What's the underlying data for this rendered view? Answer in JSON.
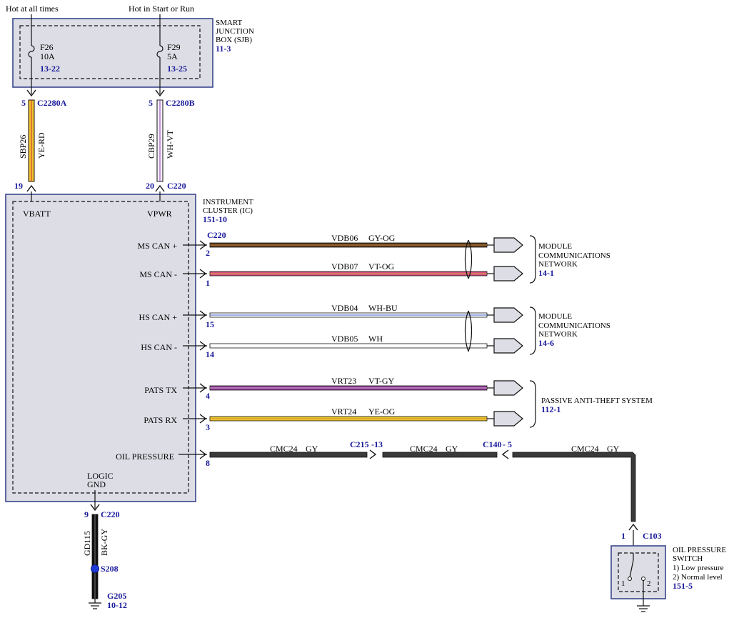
{
  "power": {
    "hot_always": "Hot at all times",
    "hot_start_run": "Hot in Start or Run"
  },
  "sjb": {
    "title_l1": "SMART",
    "title_l2": "JUNCTION",
    "title_l3": "BOX (SJB)",
    "ref": "11-3",
    "fuse_a": {
      "name": "F26",
      "rating": "10A",
      "ref": "13-22"
    },
    "fuse_b": {
      "name": "F29",
      "rating": "5A",
      "ref": "13-25"
    }
  },
  "feed_a": {
    "pin_top": "5",
    "conn_top": "C2280A",
    "circuit": "SBP26",
    "color": "YE-RD",
    "pin_bottom": "19"
  },
  "feed_b": {
    "pin_top": "5",
    "conn_top": "C2280B",
    "circuit": "CBP29",
    "color": "WH-VT",
    "pin_bottom": "20",
    "conn_bottom": "C220"
  },
  "ic": {
    "title_l1": "INSTRUMENT",
    "title_l2": "CLUSTER (IC)",
    "ref": "151-10",
    "vbatt": "VBATT",
    "vpwr": "VPWR",
    "logic_l1": "LOGIC",
    "logic_l2": "GND",
    "connector": "C220"
  },
  "signals": [
    {
      "label": "MS CAN +",
      "pin": "2",
      "circuit": "VDB06",
      "color": "GY-OG"
    },
    {
      "label": "MS CAN -",
      "pin": "1",
      "circuit": "VDB07",
      "color": "VT-OG"
    },
    {
      "label": "HS CAN +",
      "pin": "15",
      "circuit": "VDB04",
      "color": "WH-BU"
    },
    {
      "label": "HS CAN -",
      "pin": "14",
      "circuit": "VDB05",
      "color": "WH"
    },
    {
      "label": "PATS TX",
      "pin": "4",
      "circuit": "VRT23",
      "color": "VT-GY"
    },
    {
      "label": "PATS RX",
      "pin": "3",
      "circuit": "VRT24",
      "color": "YE-OG"
    }
  ],
  "destinations": {
    "ms_network": {
      "l1": "MODULE",
      "l2": "COMMUNICATIONS",
      "l3": "NETWORK",
      "ref": "14-1"
    },
    "hs_network": {
      "l1": "MODULE",
      "l2": "COMMUNICATIONS",
      "l3": "NETWORK",
      "ref": "14-6"
    },
    "pats": {
      "l1": "PASSIVE ANTI-THEFT SYSTEM",
      "ref": "112-1"
    }
  },
  "oil": {
    "label": "OIL PRESSURE",
    "pin": "8",
    "circuit": "CMC24",
    "color": "GY",
    "conn1": "C215",
    "conn1_pin": "-13",
    "conn2": "C140",
    "conn2_pin": "- 5",
    "switch_pin": "1",
    "switch_conn": "C103",
    "switch_l1": "OIL PRESSURE",
    "switch_l2": "SWITCH",
    "switch_l3": "1) Low pressure",
    "switch_l4": "2) Normal level",
    "switch_ref": "151-5",
    "contact1": "1",
    "contact2": "2"
  },
  "ground": {
    "pin": "9",
    "conn": "C220",
    "circuit": "GD115",
    "color": "BK-GY",
    "splice": "S208",
    "gnd": "G205",
    "gnd_ref": "10-12"
  },
  "wire_colors": {
    "YE-RD": "#f2c230",
    "WH-VT": "#d9b8e6",
    "GY-OG": "#5b3a1f",
    "VT-OG": "#d2507e",
    "WH-BU": "#b9c9ee",
    "WH": "#ffffff",
    "VT-GY": "#9c3aa0",
    "YE-OG": "#e8c62c",
    "GY": "#3a3a3a",
    "BK-GY": "#111111"
  }
}
